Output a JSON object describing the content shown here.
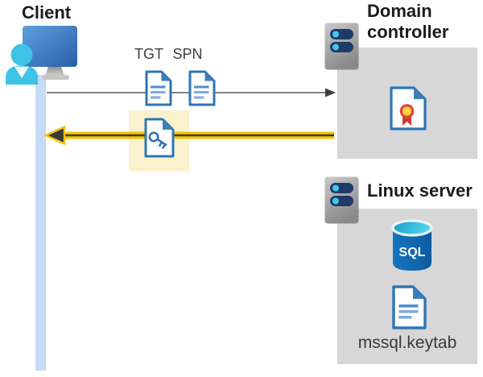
{
  "client": {
    "label": "Client"
  },
  "domain_controller": {
    "label": "Domain controller"
  },
  "linux_server": {
    "label": "Linux server"
  },
  "labels": {
    "tgt": "TGT",
    "spn": "SPN"
  },
  "sql_database": {
    "label": "SQL"
  },
  "keytab": {
    "filename": "mssql.keytab"
  },
  "colors": {
    "highlight_yellow": "#F5C400",
    "highlight_box_yellow": "#FBF2CD",
    "icon_blue": "#2E75B6",
    "panel_gray": "#D7D7D7",
    "client_bar_blue": "#C5DBF7",
    "arrow_gray": "#595959",
    "server_navy": "#1F3A66",
    "server_dot_cyan": "#45C6EE",
    "sql_azure_blue": "#1170BC",
    "certificate_red": "#E6413B",
    "certificate_gold": "#FFD23E"
  }
}
